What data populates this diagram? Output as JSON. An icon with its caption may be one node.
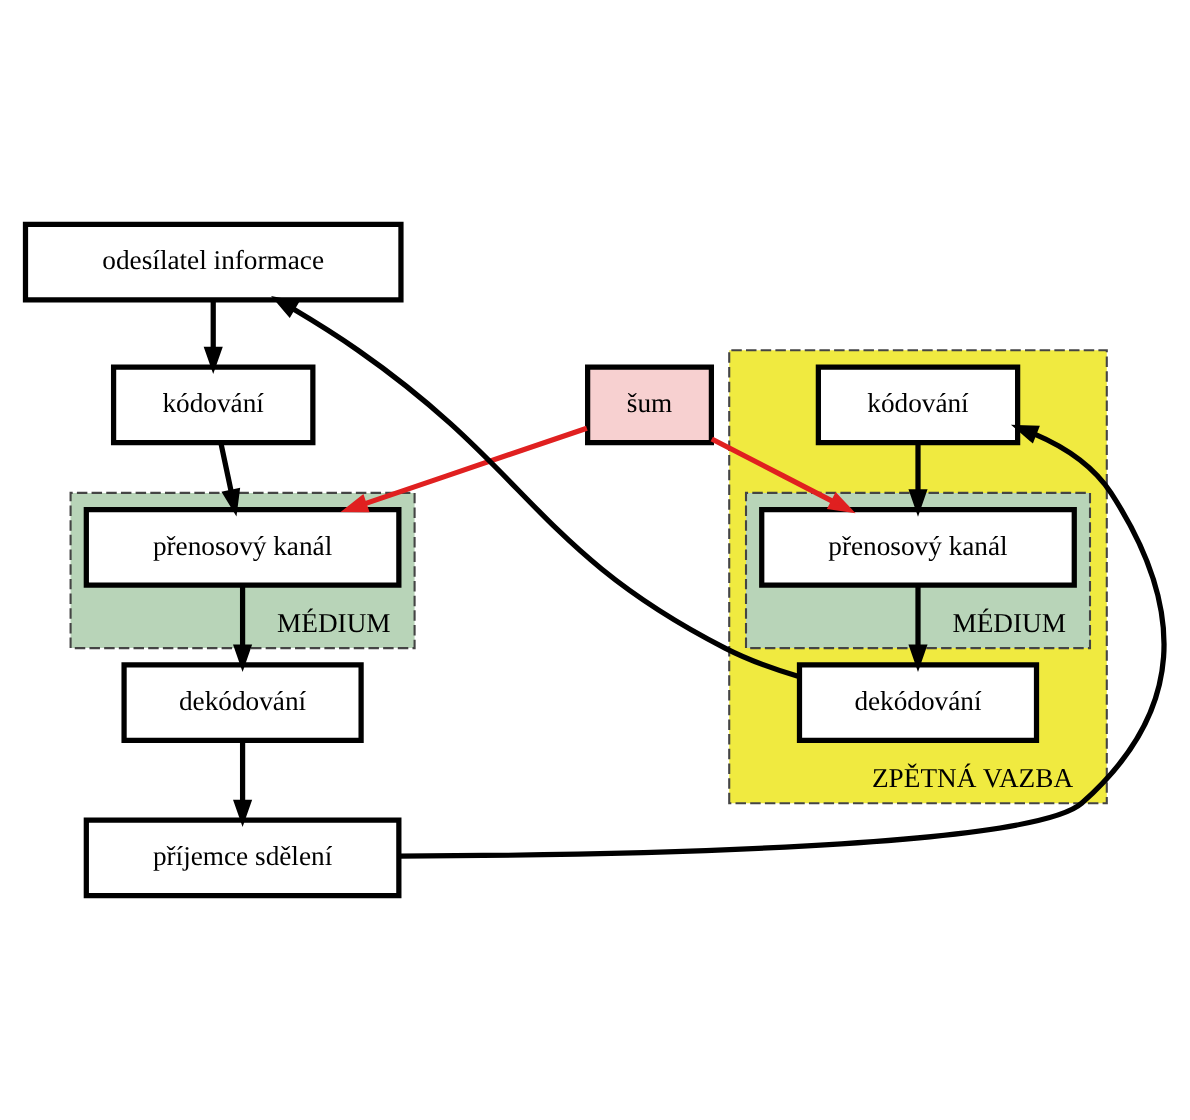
{
  "diagram": {
    "nodes": [
      {
        "text": [
          "odesílatel informace"
        ]
      },
      {
        "text": [
          "kódování"
        ]
      },
      {
        "text": [
          "MÉDIUM"
        ]
      },
      {
        "text": [
          "přenosový kanál"
        ],
        "in": 2
      },
      {
        "text": [
          "dekódování"
        ]
      },
      {
        "text": [
          "příjemce sdělení"
        ]
      },
      {
        "text": [
          "šum"
        ]
      },
      {
        "text": [
          "ZPĚTNÁ VAZBA"
        ]
      },
      {
        "text": [
          "dekódování"
        ],
        "in": 7
      },
      {
        "text": [
          "MÉDIUM"
        ],
        "in": 7
      },
      {
        "text": [
          "přenosový kanál"
        ],
        "in": 9
      },
      {
        "text": [
          "kódování"
        ],
        "in": 7
      }
    ],
    "edges": [
      {
        "from": 0,
        "to": 1,
        "arrow": "to"
      },
      {
        "from": 1,
        "to": 3,
        "arrow": "to"
      },
      {
        "from": 3,
        "to": 4,
        "arrow": "to"
      },
      {
        "from": 4,
        "to": 5,
        "arrow": "to"
      },
      {
        "from": 5,
        "to": 11,
        "arrow": "to"
      },
      {
        "from": 11,
        "to": 10,
        "arrow": "to"
      },
      {
        "from": 10,
        "to": 8,
        "arrow": "to"
      },
      {
        "from": 8,
        "to": 0,
        "arrow": "to"
      },
      {
        "from": 6,
        "to": 3,
        "arrow": "to",
        "color": "#e02020"
      },
      {
        "from": 6,
        "to": 10,
        "arrow": "to",
        "color": "#e02020"
      }
    ]
  }
}
